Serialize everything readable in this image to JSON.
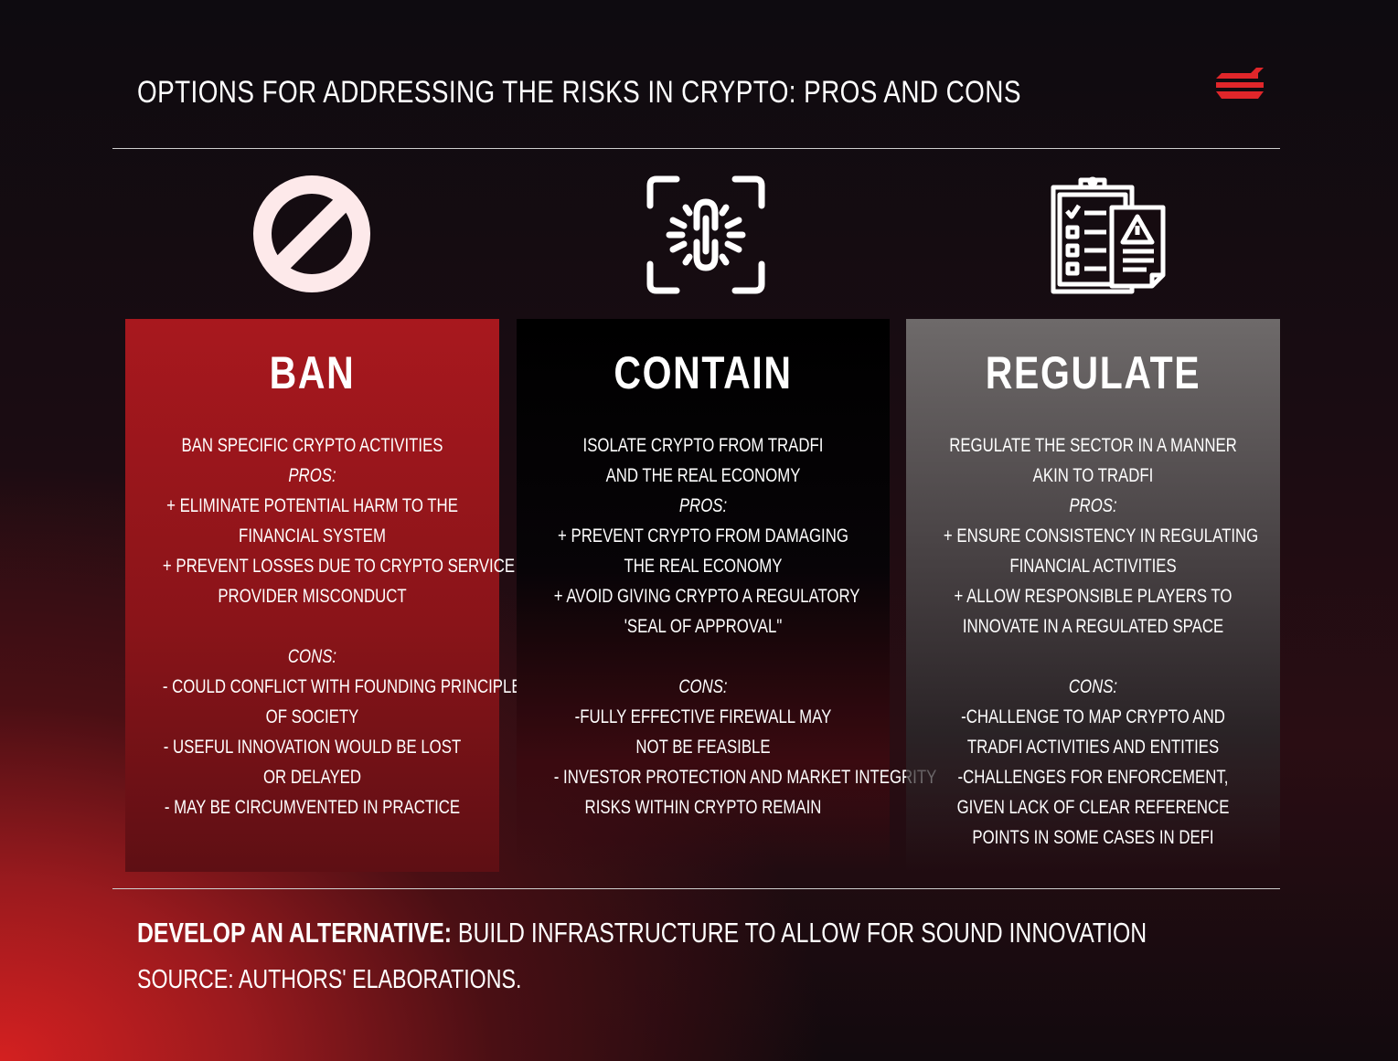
{
  "title": "OPTIONS FOR ADDRESSING THE RISKS IN CRYPTO: PROS AND CONS",
  "logo_icon": "brand-logo-icon",
  "colors": {
    "accent_red": "#a8181e",
    "logo_red": "#e0262a",
    "text": "#ffffff"
  },
  "columns": [
    {
      "icon": "prohibited-icon",
      "heading": "BAN",
      "lines": [
        {
          "t": "BAN SPECIFIC CRYPTO ACTIVITIES"
        },
        {
          "t": "PROS:",
          "it": true
        },
        {
          "t": "+ ELIMINATE POTENTIAL HARM TO THE"
        },
        {
          "t": "FINANCIAL SYSTEM"
        },
        {
          "t": "+ PREVENT LOSSES DUE TO CRYPTO SERVICE"
        },
        {
          "t": "PROVIDER MISCONDUCT"
        },
        {
          "t": ""
        },
        {
          "t": "CONS:",
          "it": true
        },
        {
          "t": "- COULD CONFLICT WITH FOUNDING PRINCIPLES"
        },
        {
          "t": "OF SOCIETY"
        },
        {
          "t": "- USEFUL INNOVATION WOULD BE LOST"
        },
        {
          "t": "OR DELAYED"
        },
        {
          "t": "- MAY BE CIRCUMVENTED IN PRACTICE"
        }
      ]
    },
    {
      "icon": "broken-chain-icon",
      "heading": "CONTAIN",
      "lines": [
        {
          "t": "ISOLATE CRYPTO FROM TRADFI"
        },
        {
          "t": "AND THE REAL ECONOMY"
        },
        {
          "t": "PROS:",
          "it": true
        },
        {
          "t": "+ PREVENT CRYPTO FROM DAMAGING"
        },
        {
          "t": "THE REAL ECONOMY"
        },
        {
          "t": "+ AVOID GIVING CRYPTO A REGULATORY"
        },
        {
          "t": "'SEAL OF APPROVAL\""
        },
        {
          "t": ""
        },
        {
          "t": "CONS:",
          "it": true
        },
        {
          "t": "-FULLY EFFECTIVE FIREWALL MAY"
        },
        {
          "t": "NOT BE FEASIBLE"
        },
        {
          "t": "- INVESTOR PROTECTION AND MARKET INTEGRITY"
        },
        {
          "t": "RISKS WITHIN CRYPTO REMAIN"
        }
      ]
    },
    {
      "icon": "clipboard-warning-icon",
      "heading": "REGULATE",
      "lines": [
        {
          "t": "REGULATE THE SECTOR IN A MANNER"
        },
        {
          "t": "AKIN TO TRADFI"
        },
        {
          "t": "PROS:",
          "it": true
        },
        {
          "t": "+ ENSURE CONSISTENCY IN REGULATING"
        },
        {
          "t": "FINANCIAL ACTIVITIES"
        },
        {
          "t": "+ ALLOW RESPONSIBLE PLAYERS TO"
        },
        {
          "t": "INNOVATE IN A REGULATED SPACE"
        },
        {
          "t": ""
        },
        {
          "t": "CONS:",
          "it": true
        },
        {
          "t": "-CHALLENGE TO MAP CRYPTO AND"
        },
        {
          "t": "TRADFI ACTIVITIES AND ENTITIES"
        },
        {
          "t": "-CHALLENGES FOR ENFORCEMENT,"
        },
        {
          "t": "GIVEN LACK OF CLEAR REFERENCE"
        },
        {
          "t": "POINTS IN SOME CASES IN DEFI"
        }
      ]
    }
  ],
  "alternative": {
    "label": "DEVELOP AN ALTERNATIVE:",
    "text": " BUILD INFRASTRUCTURE TO ALLOW FOR SOUND INNOVATION"
  },
  "source": "SOURCE: AUTHORS' ELABORATIONS."
}
